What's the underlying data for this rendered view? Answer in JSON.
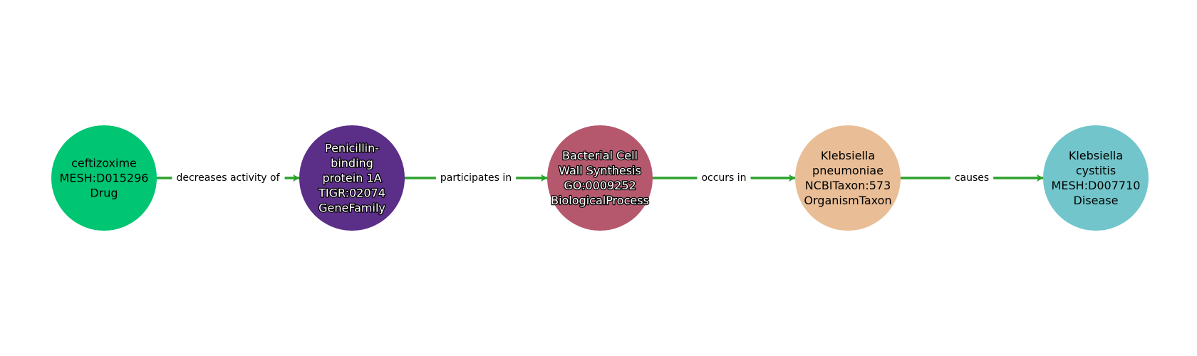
{
  "diagram": {
    "nodes": [
      {
        "id": "ceftizoxime",
        "lines": [
          "ceftizoxime",
          "MESH:D015296",
          "Drug"
        ],
        "fill": "#00c572",
        "text_tone": "dark"
      },
      {
        "id": "pbp1a",
        "lines": [
          "Penicillin-",
          "binding",
          "protein 1A",
          "TIGR:02074",
          "GeneFamily"
        ],
        "fill": "#5b2e88",
        "text_tone": "light"
      },
      {
        "id": "cell-wall",
        "lines": [
          "Bacterial Cell",
          "Wall Synthesis",
          "GO:0009252",
          "BiologicalProcess"
        ],
        "fill": "#b5586e",
        "text_tone": "light"
      },
      {
        "id": "klebsiella-pneumoniae",
        "lines": [
          "Klebsiella",
          "pneumoniae",
          "NCBITaxon:573",
          "OrganismTaxon"
        ],
        "fill": "#e9be96",
        "text_tone": "dark"
      },
      {
        "id": "klebsiella-cystitis",
        "lines": [
          "Klebsiella",
          "cystitis",
          "MESH:D007710",
          "Disease"
        ],
        "fill": "#72c6cb",
        "text_tone": "dark"
      }
    ],
    "edges": [
      {
        "from": 0,
        "to": 1,
        "label": "decreases activity of"
      },
      {
        "from": 1,
        "to": 2,
        "label": "participates in"
      },
      {
        "from": 2,
        "to": 3,
        "label": "occurs in"
      },
      {
        "from": 3,
        "to": 4,
        "label": "causes"
      }
    ],
    "edge_color": "#2ca02c"
  }
}
